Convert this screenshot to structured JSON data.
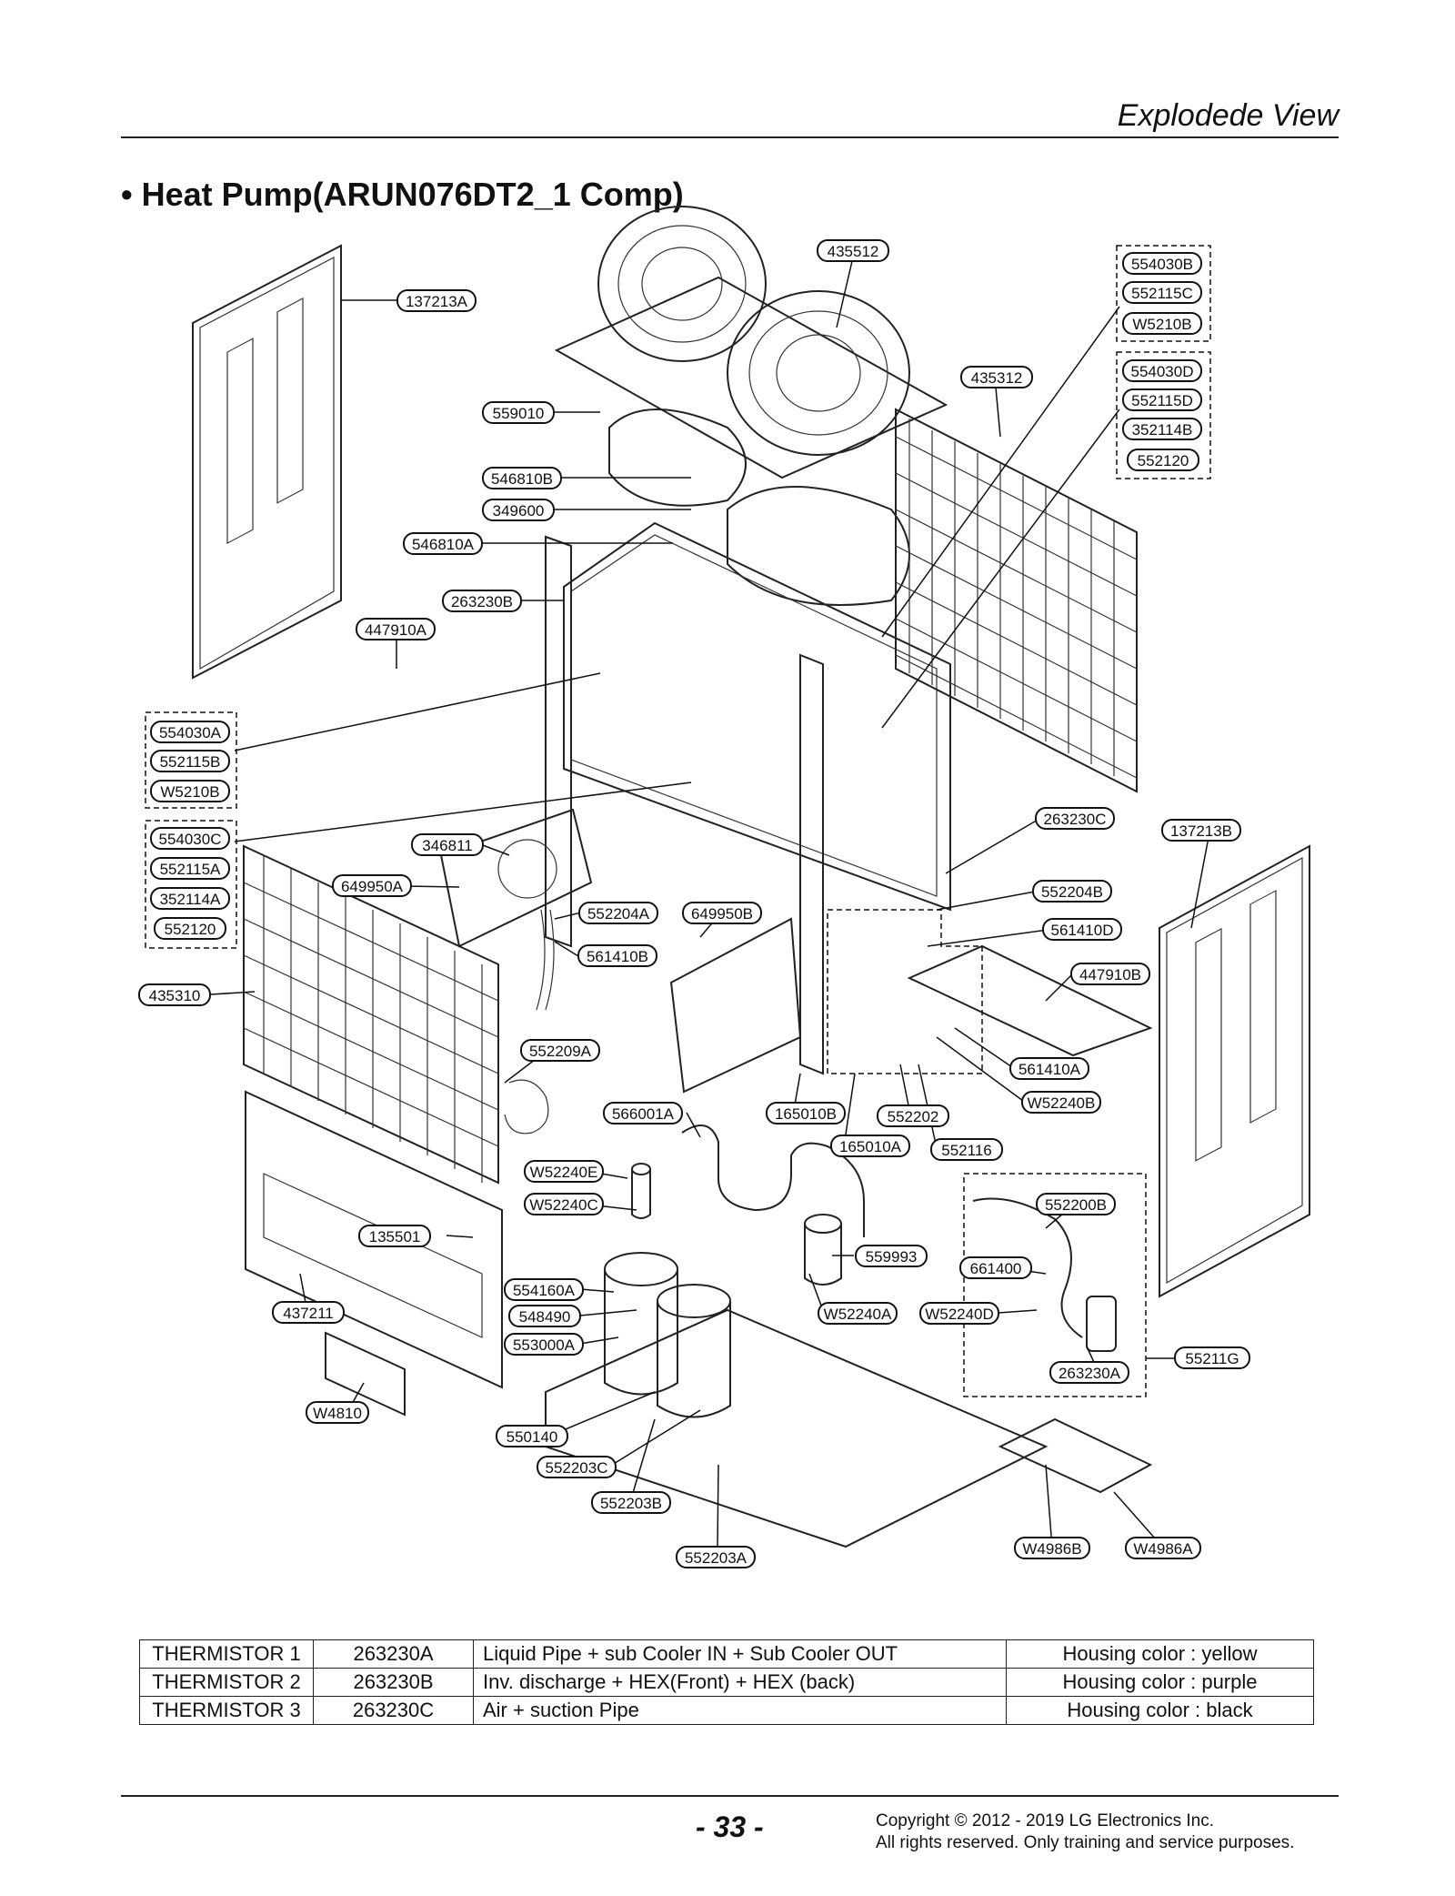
{
  "header": {
    "title": "Explodede View"
  },
  "section": {
    "title": "• Heat Pump(ARUN076DT2_1 Comp)"
  },
  "parts": {
    "p435512": "435512",
    "p137213A": "137213A",
    "p559010": "559010",
    "p435312": "435312",
    "p546810B": "546810B",
    "p349600": "349600",
    "p546810A": "546810A",
    "p263230B": "263230B",
    "p447910A": "447910A",
    "p554030B": "554030B",
    "p552115C": "552115C",
    "p W5210B_top": "W5210B",
    "p554030D": "554030D",
    "p552115D": "552115D",
    "p352114B": "352114B",
    "p552120_top": "552120",
    "p554030A": "554030A",
    "p552115B": "552115B",
    "pW5210B_left": "W5210B",
    "p554030C": "554030C",
    "p552115A": "552115A",
    "p352114A": "352114A",
    "p552120_left": "552120",
    "p346811": "346811",
    "p649950A": "649950A",
    "p435310": "435310",
    "p552204A": "552204A",
    "p649950B": "649950B",
    "p561410B": "561410B",
    "p263230C": "263230C",
    "p137213B": "137213B",
    "p552204B": "552204B",
    "p561410D": "561410D",
    "p447910B": "447910B",
    "p552209A": "552209A",
    "p561410A": "561410A",
    "pW52240B": "W52240B",
    "p566001A": "566001A",
    "p165010B": "165010B",
    "p552202": "552202",
    "p165010A": "165010A",
    "p552116": "552116",
    "pW52240E": "W52240E",
    "pW52240C": "W52240C",
    "p135501": "135501",
    "p552200B": "552200B",
    "p559993": "559993",
    "p661400": "661400",
    "p554160A": "554160A",
    "p548490": "548490",
    "pW52240A": "W52240A",
    "pW52240D": "W52240D",
    "p437211": "437211",
    "p553000A": "553000A",
    "p55211G": "55211G",
    "p263230A": "263230A",
    "pW4810": "W4810",
    "p550140": "550140",
    "p552203C": "552203C",
    "p552203B": "552203B",
    "pW4986B": "W4986B",
    "pW4986A": "W4986A",
    "p552203A": "552203A"
  },
  "thermistors": [
    {
      "name": "THERMISTOR 1",
      "code": "263230A",
      "location": "Liquid Pipe  + sub Cooler IN + Sub Cooler OUT",
      "housing": "Housing color : yellow"
    },
    {
      "name": "THERMISTOR 2",
      "code": "263230B",
      "location": "Inv. discharge + HEX(Front) + HEX (back)",
      "housing": "Housing color : purple"
    },
    {
      "name": "THERMISTOR 3",
      "code": "263230C",
      "location": "Air + suction Pipe",
      "housing": "Housing color : black"
    }
  ],
  "footer": {
    "page_number": "- 33 -",
    "copyright_line1": "Copyright © 2012 - 2019 LG Electronics Inc.",
    "copyright_line2": "All rights reserved. Only training and service purposes."
  }
}
